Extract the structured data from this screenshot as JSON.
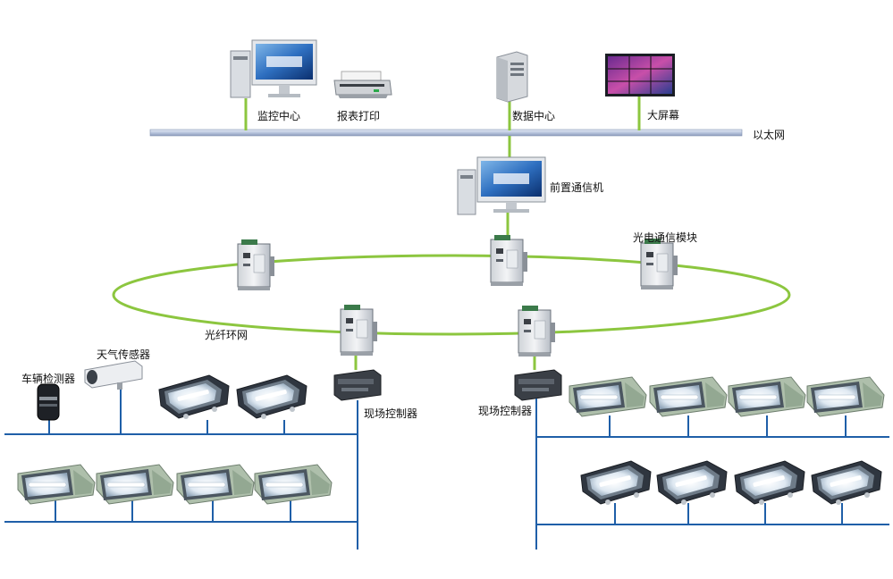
{
  "labels": {
    "monitoring_center": "监控中心",
    "report_print": "报表打印",
    "data_center": "数据中心",
    "big_screen": "大屏幕",
    "ethernet": "以太网",
    "front_comm": "前置通信机",
    "optical_module": "光电通信模块",
    "fiber_ring": "光纤环网",
    "field_controller_1": "现场控制器",
    "field_controller_2": "现场控制器",
    "weather_sensor": "天气传感器",
    "vehicle_detector": "车辆检测器"
  },
  "colors": {
    "link": "#8cc63f",
    "bus": "#1f5fa8",
    "ethernet_bar": "#c9d3e6",
    "lamp_body_green": "#a9bfa5",
    "lamp_body_dark": "#2f3640"
  },
  "icons": {
    "workstation": "computer-icon",
    "printer": "printer-icon",
    "server": "server-icon",
    "video_wall": "video-wall-icon",
    "optical_module": "media-converter-icon",
    "controller": "controller-icon",
    "camera_sensor": "weather-sensor-icon",
    "vehicle_detector": "vehicle-detector-icon",
    "floodlight": "floodlight-icon"
  }
}
